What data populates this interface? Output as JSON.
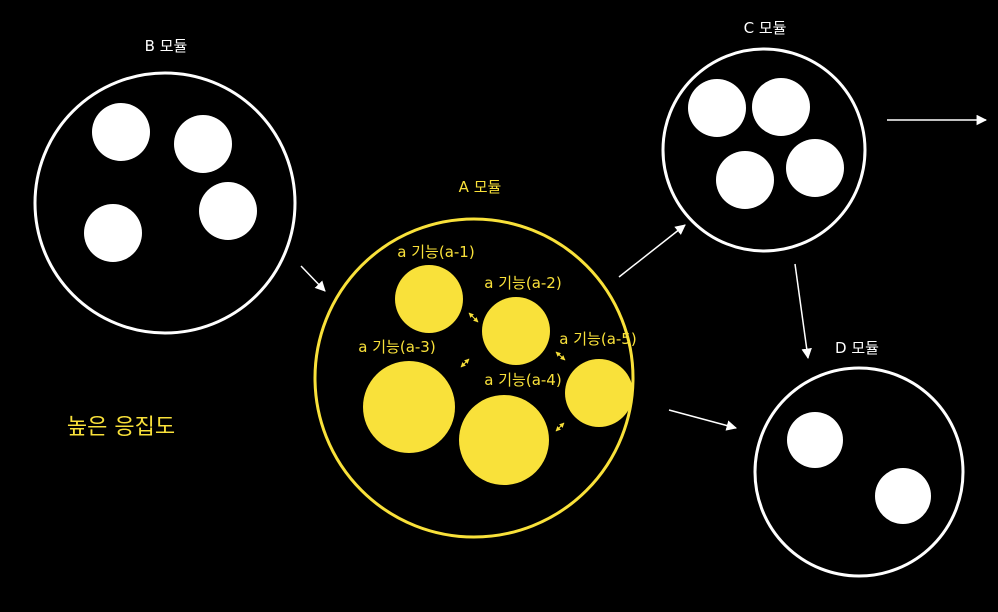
{
  "colors": {
    "background": "#000000",
    "primary": "#ffffff",
    "accent": "#f9e13a"
  },
  "modules": {
    "a": {
      "title": "A 모듈"
    },
    "b": {
      "title": "B 모듈"
    },
    "c": {
      "title": "C 모듈"
    },
    "d": {
      "title": "D 모듈"
    }
  },
  "functions": [
    {
      "id": "a-1",
      "label": "a 기능(a-1)"
    },
    {
      "id": "a-2",
      "label": "a 기능(a-2)"
    },
    {
      "id": "a-3",
      "label": "a 기능(a-3)"
    },
    {
      "id": "a-4",
      "label": "a 기능(a-4)"
    },
    {
      "id": "a-5",
      "label": "a 기능(a-5)"
    }
  ],
  "caption": "높은 응집도"
}
